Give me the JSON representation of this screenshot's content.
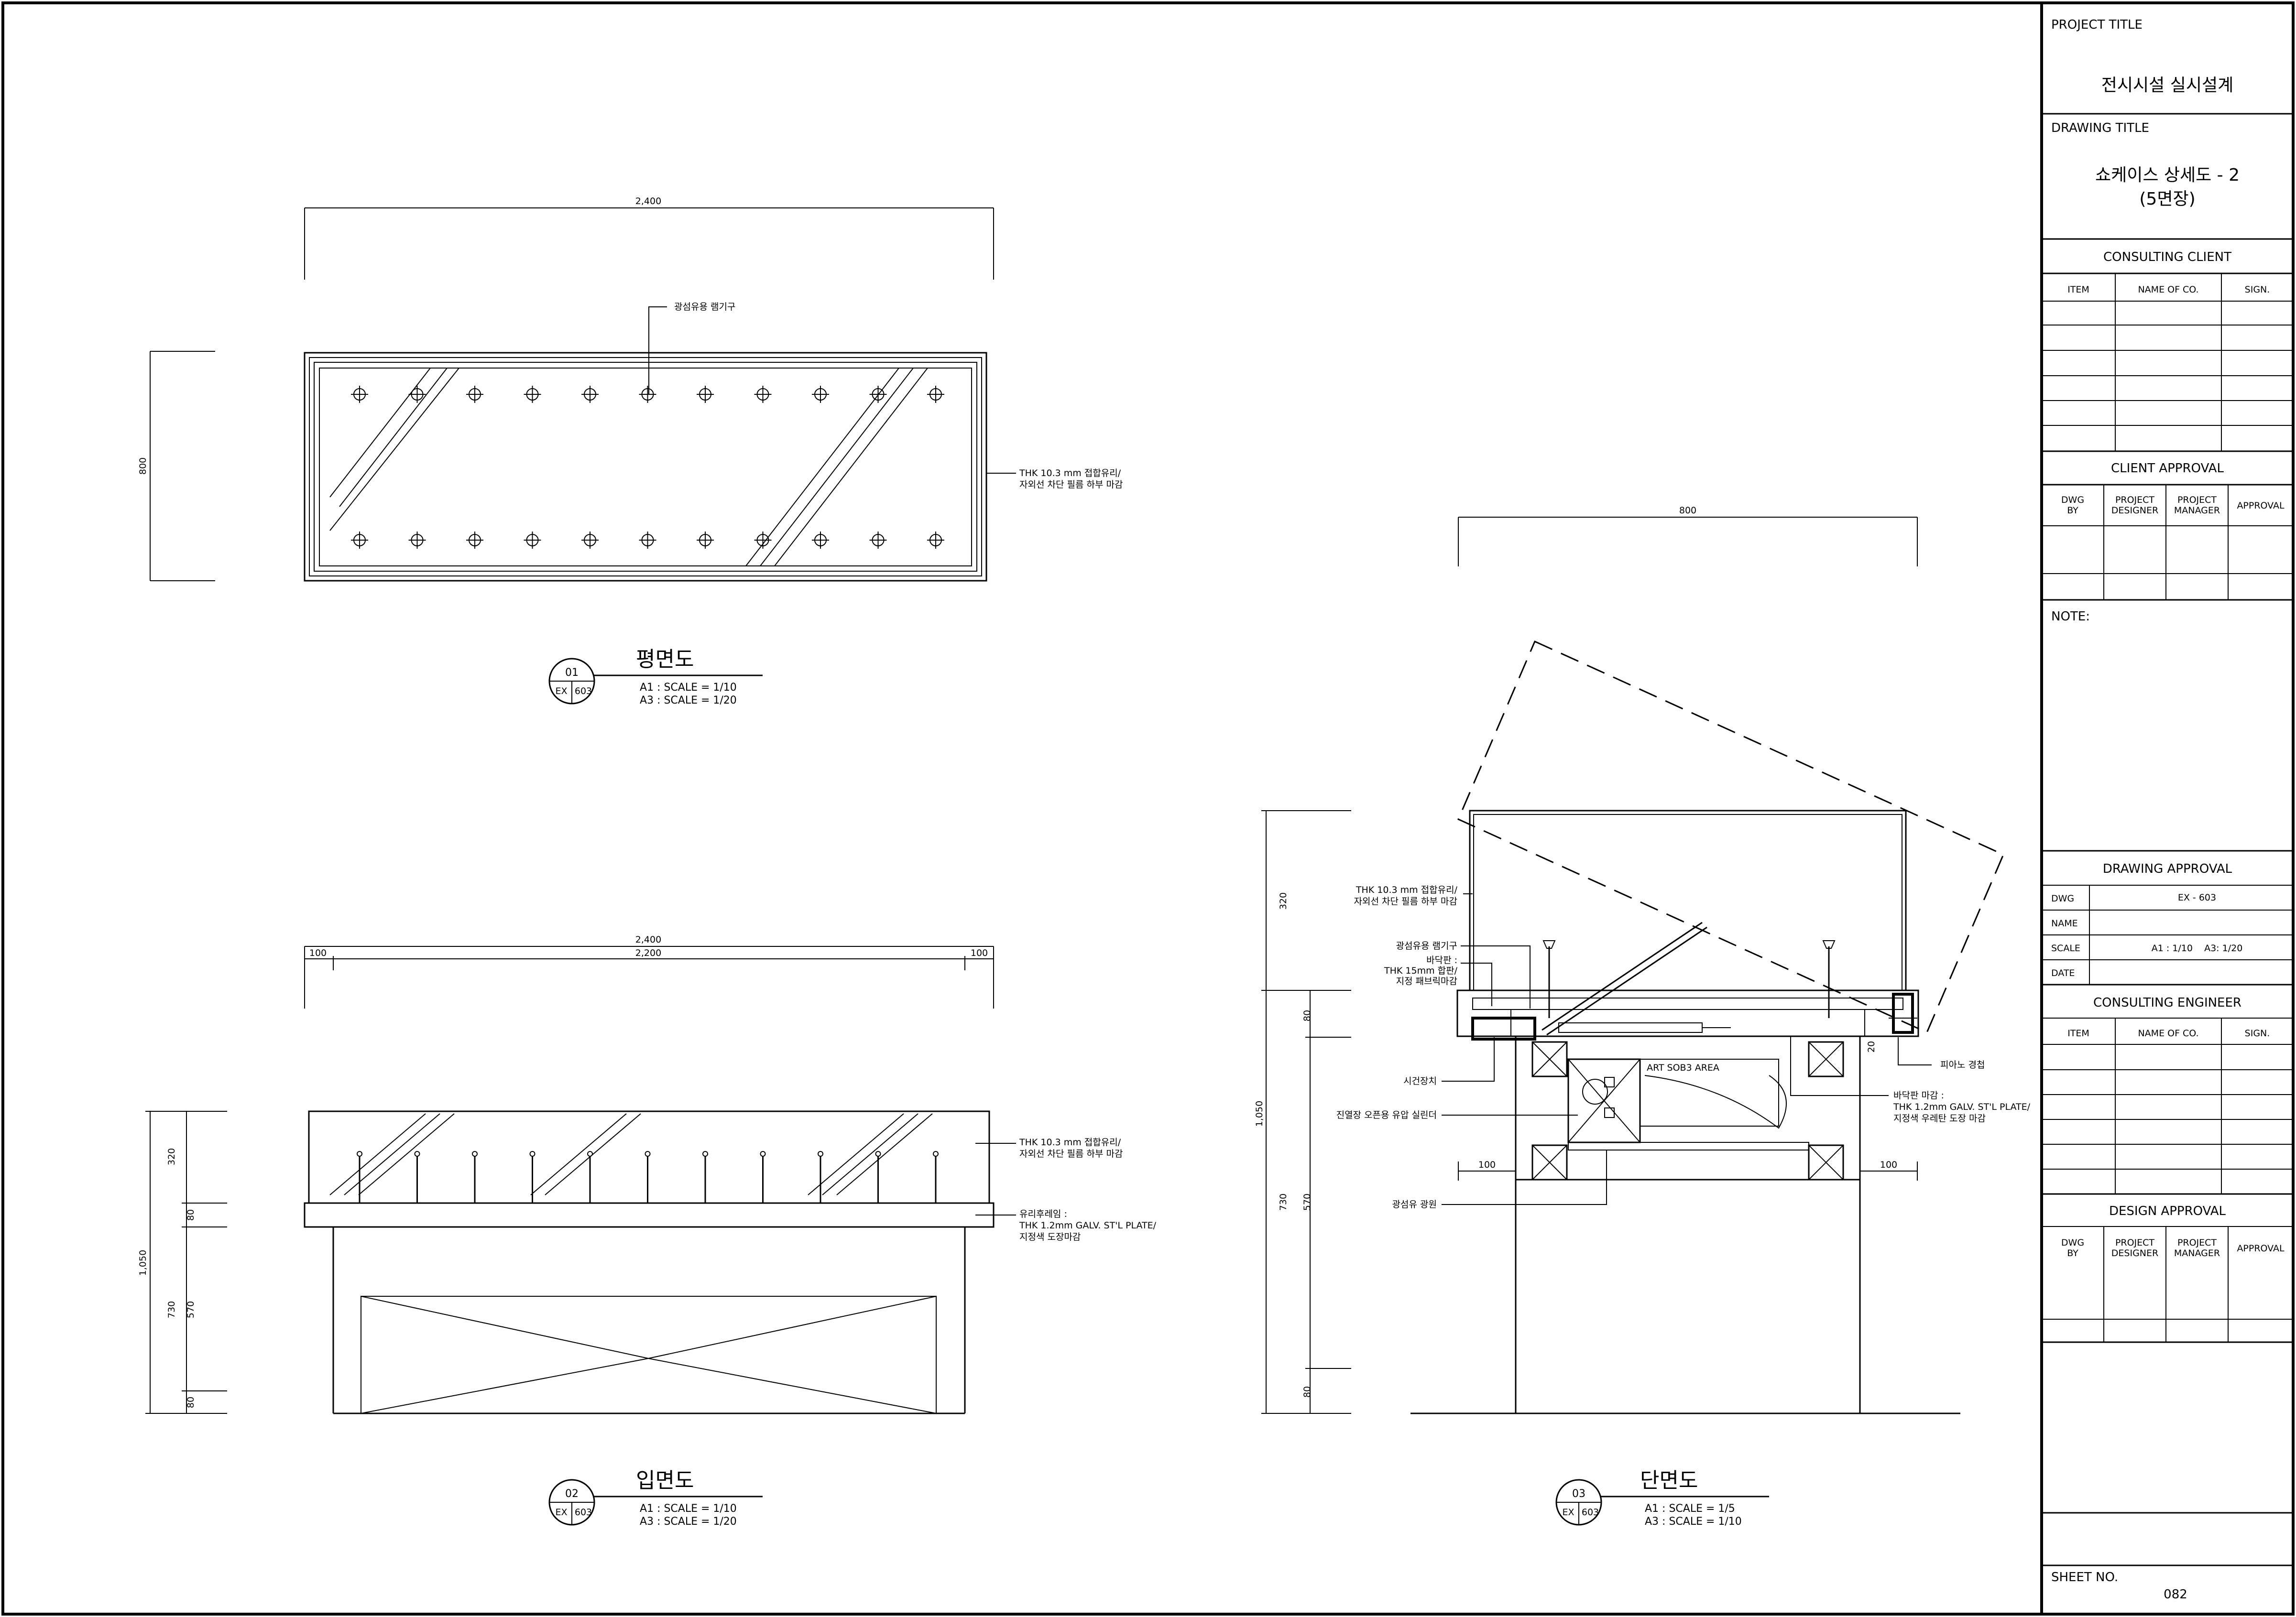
{
  "title_block": {
    "project_title_label": "PROJECT TITLE",
    "project_title": "전시시설 실시설계",
    "drawing_title_label": "DRAWING TITLE",
    "drawing_title_line1": "쇼케이스 상세도 - 2",
    "drawing_title_line2": "(5면장)",
    "consulting_client": "CONSULTING CLIENT",
    "col_item": "ITEM",
    "col_name": "NAME OF CO.",
    "col_sign": "SIGN.",
    "client_approval": "CLIENT APPROVAL",
    "dwg_by_1": "DWG",
    "dwg_by_2": "BY",
    "proj_designer_1": "PROJECT",
    "proj_designer_2": "DESIGNER",
    "proj_manager_1": "PROJECT",
    "proj_manager_2": "MANAGER",
    "approval": "APPROVAL",
    "note": "NOTE:",
    "drawing_approval": "DRAWING APPROVAL",
    "dwg_label": "DWG",
    "dwg_value": "EX - 603",
    "name_label": "NAME",
    "scale_label": "SCALE",
    "scale_value": "A1 : 1/10    A3: 1/20",
    "date_label": "DATE",
    "consulting_engineer": "CONSULTING ENGINEER",
    "design_approval": "DESIGN APPROVAL",
    "sheet_no_label": "SHEET NO.",
    "sheet_no": "082"
  },
  "plan": {
    "dim_width": "2,400",
    "dim_height": "800",
    "label_light": "광섬유용 램기구",
    "label_glass_1": "THK 10.3 mm 접합유리/",
    "label_glass_2": "자외선 차단 필름 하부 마감",
    "title": "평면도",
    "num": "01",
    "sheet": "EX",
    "sheet_num": "603",
    "scale1": "A1 : SCALE = 1/10",
    "scale2": "A3 : SCALE = 1/20"
  },
  "elevation": {
    "dim_total": "2,400",
    "dim_left": "100",
    "dim_mid": "2,200",
    "dim_right": "100",
    "v_total": "1,050",
    "v_320": "320",
    "v_730": "730",
    "v_80a": "80",
    "v_570": "570",
    "v_80b": "80",
    "label_glass_1": "THK 10.3 mm 접합유리/",
    "label_glass_2": "자외선 차단 필름 하부 마감",
    "label_frame_1": "유리후레임 :",
    "label_frame_2": "THK 1.2mm GALV. ST'L PLATE/",
    "label_frame_3": "지정색 도장마감",
    "title": "입면도",
    "num": "02",
    "sheet": "EX",
    "sheet_num": "603",
    "scale1": "A1 : SCALE = 1/10",
    "scale2": "A3 : SCALE = 1/20"
  },
  "section": {
    "dim_top": "800",
    "dim_left": "100",
    "dim_right": "100",
    "v_total": "1,050",
    "v_320": "320",
    "v_730": "730",
    "v_80a": "80",
    "v_570": "570",
    "v_80b": "80",
    "v_20": "20",
    "label_glass_1": "THK 10.3 mm 접합유리/",
    "label_glass_2": "자외선 차단 필름 하부 마감",
    "label_light": "광섬유용 램기구",
    "label_floor_1": "바닥판 :",
    "label_floor_2": "THK 15mm 합판/",
    "label_floor_3": "지정 패브릭마감",
    "label_lock": "시건장치",
    "label_cylinder": "진열장 오픈용 유압 실린더",
    "label_source": "광섬유 광원",
    "label_art": "ART SOB3 AREA",
    "label_hinge": "피아노 경첩",
    "label_finish_1": "바닥판 마감 :",
    "label_finish_2": "THK 1.2mm GALV. ST'L PLATE/",
    "label_finish_3": "지정색 우레탄 도장 마감",
    "title": "단면도",
    "num": "03",
    "sheet": "EX",
    "sheet_num": "603",
    "scale1": "A1 : SCALE = 1/5",
    "scale2": "A3 : SCALE = 1/10"
  }
}
